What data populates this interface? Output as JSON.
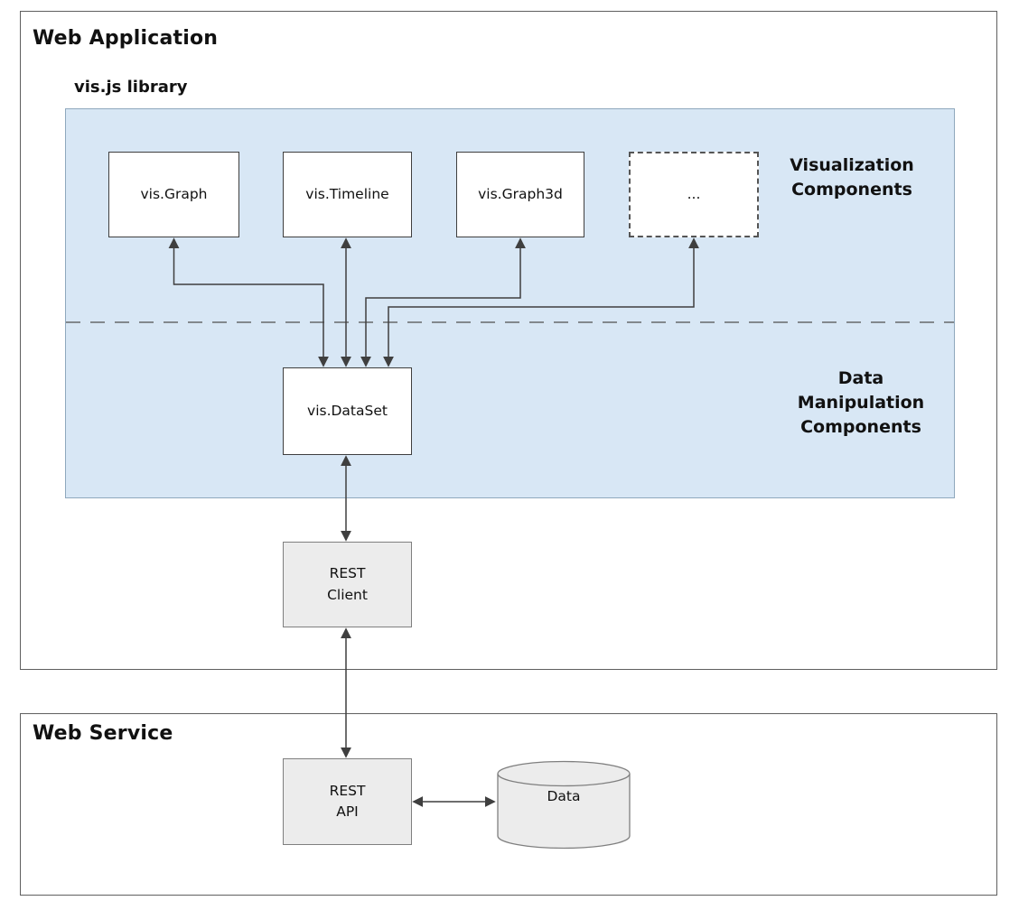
{
  "app": {
    "title": "Web Application",
    "library": {
      "title": "vis.js library",
      "visualization_label": "Visualization\nComponents",
      "data_manipulation_label": "Data\nManipulation\nComponents",
      "nodes": {
        "graph": "vis.Graph",
        "timeline": "vis.Timeline",
        "graph3d": "vis.Graph3d",
        "more": "...",
        "dataset": "vis.DataSet"
      }
    },
    "rest_client": "REST\nClient"
  },
  "service": {
    "title": "Web Service",
    "rest_api": "REST\nAPI",
    "data_store": "Data"
  },
  "colors": {
    "library_fill": "#d8e7f5",
    "library_border": "#8fa8bd",
    "node_fill": "#ffffff",
    "node_border": "#3f3f3f",
    "service_node_fill": "#ececec",
    "service_node_border": "#7f7f7f",
    "arrow_color": "#3f3f3f",
    "outer_border": "#5f5f5f"
  }
}
